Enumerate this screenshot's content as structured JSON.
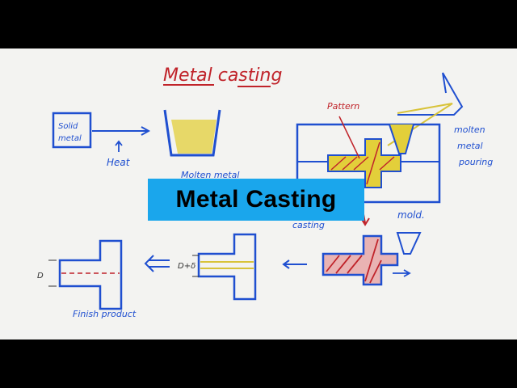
{
  "title": "Metal casting",
  "labels": {
    "solid_metal_line1": "Solid",
    "solid_metal_line2": "metal",
    "heat": "Heat",
    "molten_metal": "Molten metal",
    "pattern": "Pattern",
    "molten_pouring_line1": "molten",
    "molten_pouring_line2": "metal",
    "molten_pouring_line3": "pouring",
    "mold": "mold.",
    "casting": "casting",
    "dim_d": "D",
    "dim_d_plus": "D+δ",
    "finish_product": "Finish product"
  },
  "banner": {
    "text": "Metal Casting"
  },
  "colors": {
    "blue": "#1f4fd0",
    "red": "#c0232a",
    "yellow": "#e3cf3a",
    "banner_bg": "#1aa6ec",
    "board": "#f3f3f1"
  }
}
